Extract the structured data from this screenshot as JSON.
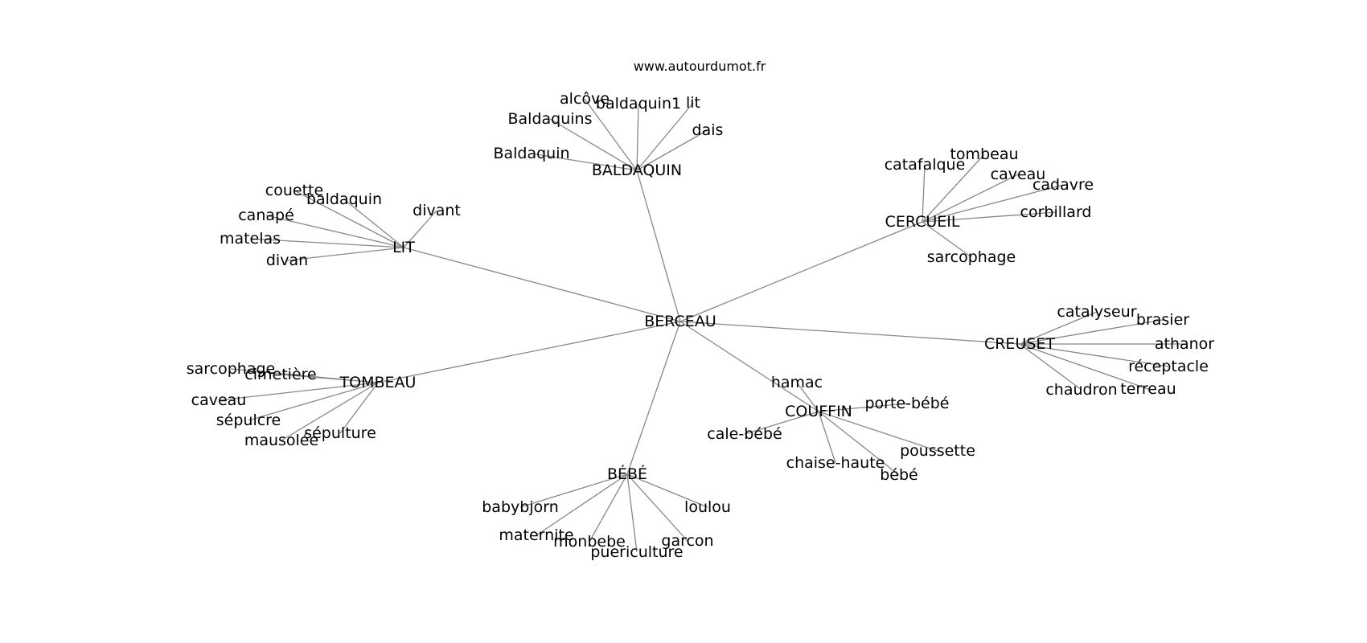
{
  "site": "www.autourdumot.fr",
  "center": "BERCEAU",
  "groups": [
    {
      "hub": "BALDAQUIN",
      "leaves": [
        "alcôve",
        "baldaquin1",
        "lit",
        "dais",
        "Baldaquins",
        "Baldaquin"
      ]
    },
    {
      "hub": "CERCUEIL",
      "leaves": [
        "catafalque",
        "tombeau",
        "caveau",
        "cadavre",
        "corbillard",
        "sarcophage"
      ]
    },
    {
      "hub": "LIT",
      "leaves": [
        "couette",
        "baldaquin",
        "divant",
        "canapé",
        "matelas",
        "divan"
      ]
    },
    {
      "hub": "CREUSET",
      "leaves": [
        "catalyseur",
        "brasier",
        "athanor",
        "réceptacle",
        "terreau",
        "chaudron"
      ]
    },
    {
      "hub": "TOMBEAU",
      "leaves": [
        "sarcophage",
        "cimetière",
        "caveau",
        "sépulcre",
        "mausolée",
        "sépulture"
      ]
    },
    {
      "hub": "COUFFIN",
      "leaves": [
        "hamac",
        "porte-bébé",
        "cale-bébé",
        "poussette",
        "chaise-haute",
        "bébé"
      ]
    },
    {
      "hub": "BÉBÉ",
      "leaves": [
        "babybjorn",
        "loulou",
        "maternite",
        "monbebe",
        "garcon",
        "puericulture"
      ]
    }
  ]
}
